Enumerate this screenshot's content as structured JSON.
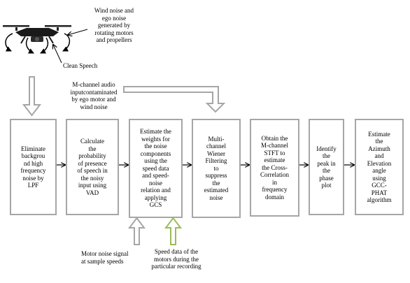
{
  "annotations": {
    "wind_noise": "Wind noise and\nego noise\ngenerated by\nrotating motors\nand propellers",
    "clean_speech": "Clean Speech",
    "m_channel_input": "M-channel audio\ninputcontaminated\nby ego motor and\nwind noise",
    "motor_noise_signal": "Motor noise signal\nat sample speeds",
    "speed_data": "Speed data of the\nmotors during the\nparticular recording"
  },
  "blocks": [
    {
      "text": "Eliminate\nbackgrou\nnd high\nfrequency\nnoise by\nLPF"
    },
    {
      "text": "Calculate\nthe\nprobability\nof presence\nof speech in\nthe noisy\ninput using\nVAD"
    },
    {
      "text": "Estimate the\nweights for\nthe noise\ncomponents\nusing the\nspeed data\nand speed-\nnoise\nrelation and\napplying\nGCS"
    },
    {
      "text": "Multi-\nchannel\nWiener\nFiltering\nto\nsuppress\nthe\nestimated\nnoise"
    },
    {
      "text": "Obtain the\nM-channel\nSTFT to\nestimate\nthe Cross-\nCorrelation\nin\nfrequency\ndomain"
    },
    {
      "text": "Identify\nthe\npeak in\nthe\nphase\nplot"
    },
    {
      "text": "Estimate\nthe\nAzimuth\nand\nElevation\nangle\nusing\nGCC-\nPHAT\nalgorithm"
    }
  ],
  "colors": {
    "box_border": "#a6a6a6",
    "hollow_arrow": "#a6a6a6",
    "speed_arrow": "#9bbb59",
    "line": "#000000"
  },
  "icons": [
    "drone-icon",
    "rotation-arrow-icon"
  ]
}
